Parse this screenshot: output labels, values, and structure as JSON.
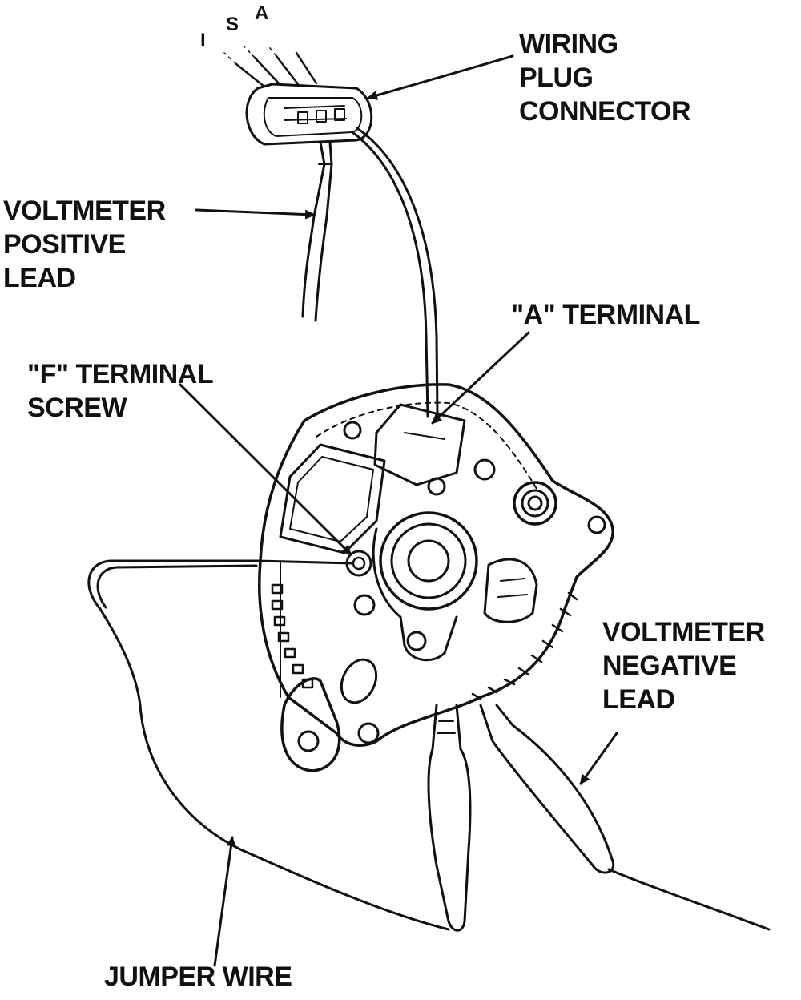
{
  "labels": {
    "wiring_plug_connector": [
      "WIRING",
      "PLUG",
      "CONNECTOR"
    ],
    "voltmeter_positive_lead": [
      "VOLTMETER",
      "POSITIVE",
      "LEAD"
    ],
    "a_terminal": "\"A\" TERMINAL",
    "f_terminal_screw": [
      "\"F\" TERMINAL",
      "SCREW"
    ],
    "voltmeter_negative_lead": [
      "VOLTMETER",
      "NEGATIVE",
      "LEAD"
    ],
    "jumper_wire": "JUMPER WIRE",
    "connector_pins": [
      "I",
      "S",
      "A"
    ]
  },
  "colors": {
    "ink": "#111111",
    "background": "#ffffff"
  }
}
